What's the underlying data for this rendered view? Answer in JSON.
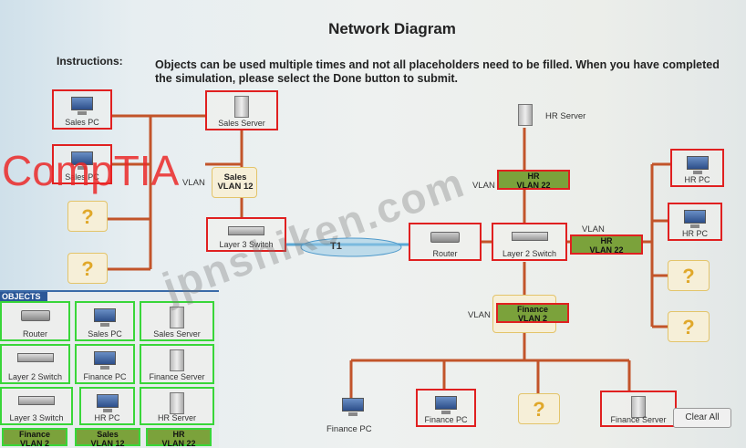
{
  "title": "Network Diagram",
  "instructions_label": "Instructions:",
  "instructions_text": "Objects can be used multiple times and not all placeholders need to be filled. When you have completed the simulation, please select the Done button to submit.",
  "nodes": {
    "sales_pc_1": "Sales PC",
    "sales_server": "Sales Server",
    "sales_pc_2": "Sales PC",
    "layer3_switch": "Layer 3 Switch",
    "router": "Router",
    "layer2_switch": "Layer 2 Switch",
    "hr_server": "HR Server",
    "hr_pc_1": "HR PC",
    "hr_pc_2": "HR PC",
    "finance_pc_1": "Finance PC",
    "finance_pc_2": "Finance PC",
    "finance_server": "Finance Server"
  },
  "vlan_labels": {
    "sales_vlan_prefix": "VLAN",
    "sales_vlan": [
      "Sales",
      "VLAN 12"
    ],
    "hr_top_prefix": "VLAN",
    "hr_top": [
      "HR",
      "VLAN 22"
    ],
    "hr_right_prefix": "VLAN",
    "hr_right": [
      "HR",
      "VLAN 22"
    ],
    "finance_prefix": "VLAN",
    "finance": [
      "Finance",
      "VLAN 2"
    ]
  },
  "link_label": "T1",
  "placeholder_glyph": "?",
  "objects_panel": {
    "heading": "OBJECTS",
    "items": [
      "Router",
      "Sales PC",
      "Sales Server",
      "Layer 2 Switch",
      "Finance PC",
      "Finance Server",
      "Layer 3 Switch",
      "HR PC",
      "HR Server"
    ],
    "vlan_items": [
      [
        "Finance",
        "VLAN 2"
      ],
      [
        "Sales",
        "VLAN 12"
      ],
      [
        "HR",
        "VLAN 22"
      ]
    ]
  },
  "clear_all_button": "Clear All",
  "overlay_text": {
    "comptia": "CompTIA",
    "watermark": "jpnshiken.com"
  },
  "colors": {
    "selection_border": "#e02020",
    "object_border": "#39d639",
    "vlan_fill": "#7ba23b",
    "link_line": "#c2542a",
    "placeholder_q": "#e0a82a"
  }
}
